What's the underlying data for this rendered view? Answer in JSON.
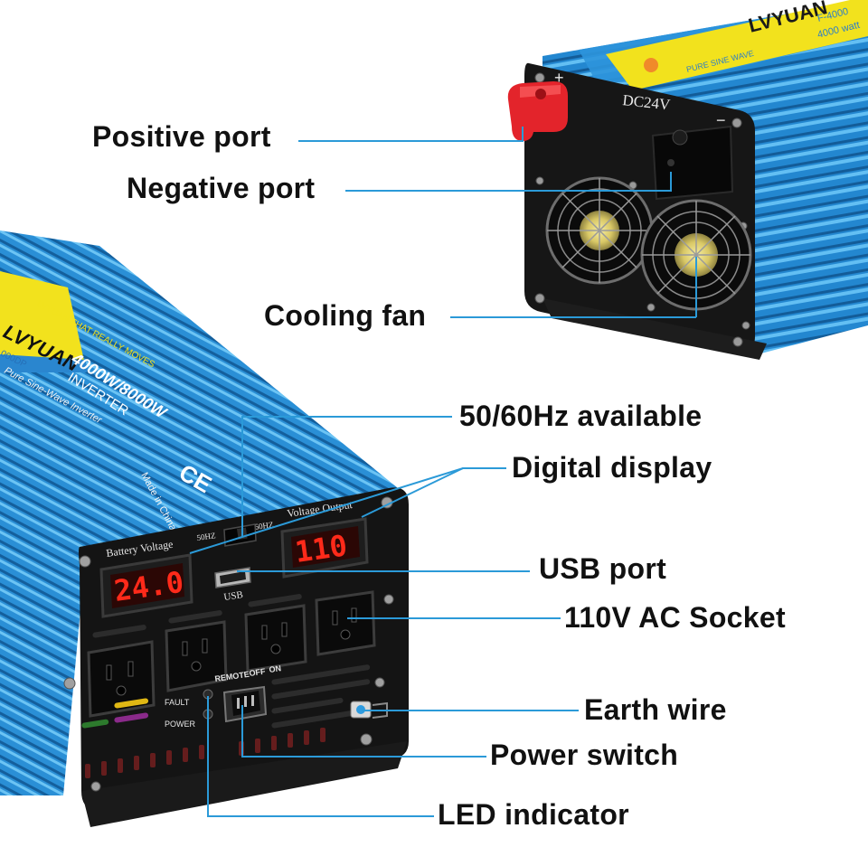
{
  "callouts": {
    "positive_port": "Positive port",
    "negative_port": "Negative port",
    "cooling_fan": "Cooling fan",
    "frequency": "50/60Hz available",
    "digital_display": "Digital display",
    "usb_port": "USB port",
    "ac_socket": "110V AC Socket",
    "earth_wire": "Earth wire",
    "power_switch": "Power switch",
    "led_indicator": "LED indicator"
  },
  "rear_unit": {
    "dc_label": "DC24V",
    "polarity_plus": "+",
    "polarity_minus": "−",
    "brand_sticker": "LVYUAN",
    "wave_text": "PURE SINE WAVE",
    "model_text": "F-4000",
    "power_text": "4000 watt"
  },
  "front_unit": {
    "brand": "LVYUAN",
    "brand_sub": "LVYUAN THAT REALLY MOVES",
    "model": "000DP",
    "slogan": "Pure Sine-Wave Inverter",
    "power_rating": "4000W/8000W",
    "product_type": "INVERTER",
    "made_in": "Made in China",
    "ce_mark": "CE",
    "battery_voltage_label": "Battery Voltage",
    "battery_voltage_value": "24.0",
    "voltage_output_label": "Voltage Output",
    "voltage_output_value": "110",
    "freq_50": "50HZ",
    "freq_60": "60HZ",
    "usb_label": "USB",
    "remote_label": "REMOTE",
    "off_label": "OFF",
    "on_label": "ON",
    "fault_label": "FAULT",
    "power_label": "POWER"
  },
  "colors": {
    "body_blue": "#2a8fd6",
    "body_blue_dark": "#1563a8",
    "label_yellow": "#f2e21d",
    "panel_black": "#141414",
    "display_red": "#ff2a1a",
    "terminal_red": "#e3242b",
    "leader_line": "#2b9ad8",
    "callout_text": "#111111"
  }
}
